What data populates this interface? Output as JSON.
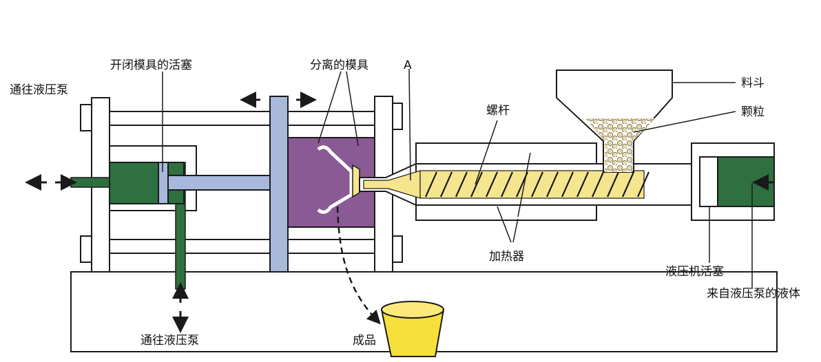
{
  "labels": {
    "to_pump_left": "通往液压泵",
    "clamp_piston": "开闭模具的活塞",
    "separate_mold": "分离的模具",
    "point_a": "A",
    "hopper": "料斗",
    "granules": "颗粒",
    "screw": "螺杆",
    "heater": "加热器",
    "hydraulic_piston": "液压机活塞",
    "fluid_from_pump": "来自液压泵的液体",
    "to_pump_bottom": "通往液压泵",
    "product": "成品"
  },
  "colors": {
    "outline": "#1a1a1a",
    "green_piston": "#2e7040",
    "green_dark": "#1e5a30",
    "blue_plate": "#a9b9dc",
    "mold_purple": "#8a5a94",
    "melt_yellow": "#f6e58f",
    "granule": "#e8dcae",
    "cup": "#f7df3c"
  }
}
